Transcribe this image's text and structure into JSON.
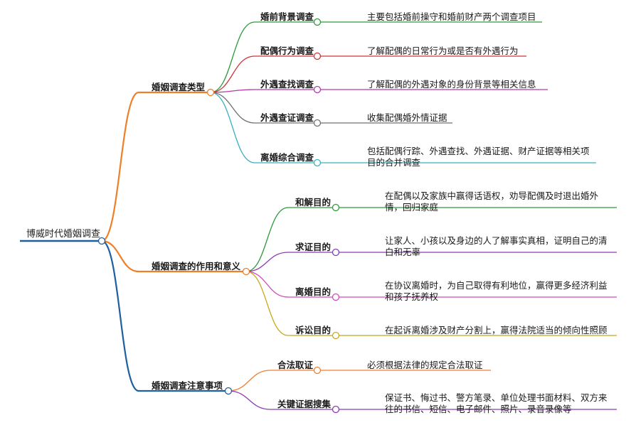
{
  "root": {
    "label": "博威时代婚姻调查",
    "color": "#1e5fa0"
  },
  "branches": [
    {
      "id": "types",
      "label": "婚姻调查类型",
      "color": "#f07f2a",
      "children": [
        {
          "label": "婚前背景调查",
          "color": "#2e9a3a",
          "desc": [
            "主要包括婚前操守和婚前财产两个调查项目"
          ]
        },
        {
          "label": "配偶行为调查",
          "color": "#d0343a",
          "desc": [
            "了解配偶的日常行为或是否有外遇行为"
          ]
        },
        {
          "label": "外遇查找调查",
          "color": "#b23aa4",
          "desc": [
            "了解配偶的外遇对象的身份背景等相关信息"
          ]
        },
        {
          "label": "外遇查证调查",
          "color": "#707070",
          "desc": [
            "收集配偶婚外情证据"
          ]
        },
        {
          "label": "离婚综合调查",
          "color": "#3ab0c0",
          "desc": [
            "包括配偶行踪、外遇查找、外遇证据、财产证据等相关项",
            "目的合并调查"
          ]
        }
      ]
    },
    {
      "id": "purpose",
      "label": "婚姻调查的作用和意义",
      "color": "#f07f2a",
      "children": [
        {
          "label": "和解目的",
          "color": "#2e9a3a",
          "desc": [
            "在配偶以及家族中赢得话语权，劝导配偶及时退出婚外",
            "情，回归家庭"
          ]
        },
        {
          "label": "求证目的",
          "color": "#8a3cb0",
          "desc": [
            "让家人、小孩以及身边的人了解事实真相，证明自己的清",
            "白和无辜"
          ]
        },
        {
          "label": "离婚目的",
          "color": "#d04ab8",
          "desc": [
            "在协议离婚时，为自己取得有利地位，赢得更多经济利益",
            "和孩子抚养权"
          ]
        },
        {
          "label": "诉讼目的",
          "color": "#c8a81e",
          "desc": [
            "在起诉离婚涉及财产分割上，赢得法院适当的倾向性照顾"
          ]
        }
      ]
    },
    {
      "id": "notes",
      "label": "婚姻调查注意事项",
      "color": "#1e5fa0",
      "children": [
        {
          "label": "合法取证",
          "color": "#f07f2a",
          "desc": [
            "必须根据法律的规定合法取证"
          ]
        },
        {
          "label": "关键证据搜集",
          "color": "#8a3cb0",
          "desc": [
            "保证书、悔过书、警方笔录、单位处理书面材料、双方来",
            "往的书信、短信、电子邮件、照片、录音录像等"
          ]
        }
      ]
    }
  ]
}
